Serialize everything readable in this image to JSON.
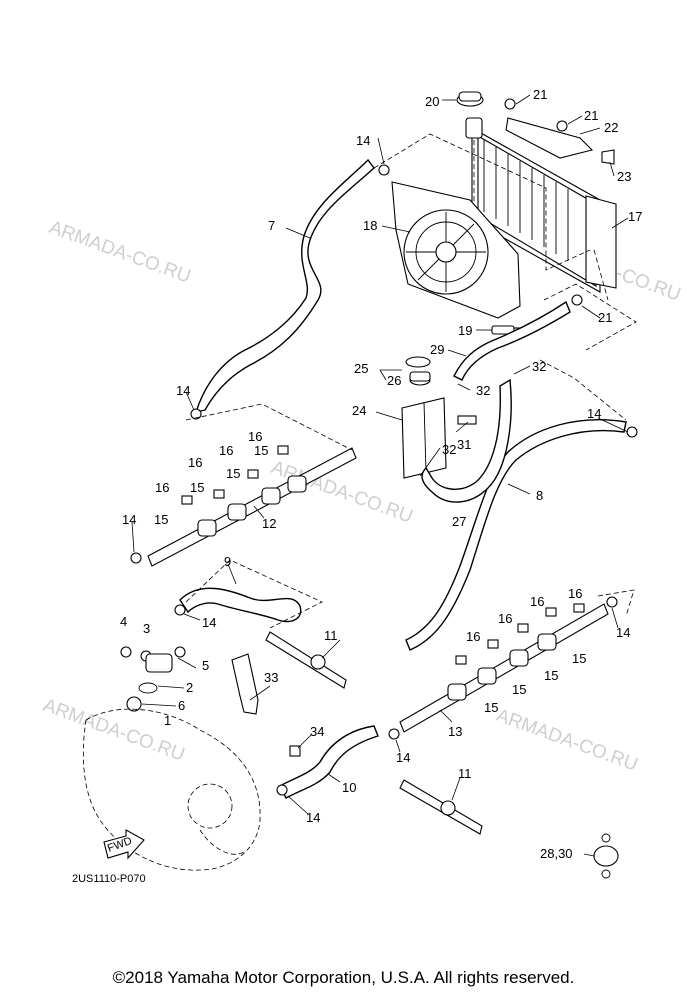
{
  "watermark": "ARMADA-CO.RU",
  "diagram_code": "2US1110-P070",
  "direction_label": "FWD",
  "copyright": "©2018 Yamaha Motor Corporation, U.S.A. All rights reserved.",
  "callouts": [
    "1",
    "2",
    "3",
    "4",
    "5",
    "6",
    "7",
    "8",
    "9",
    "10",
    "11",
    "12",
    "13",
    "14",
    "15",
    "16",
    "17",
    "18",
    "19",
    "20",
    "21",
    "22",
    "23",
    "24",
    "25",
    "26",
    "27",
    "28,30",
    "29",
    "31",
    "32",
    "33",
    "34"
  ]
}
